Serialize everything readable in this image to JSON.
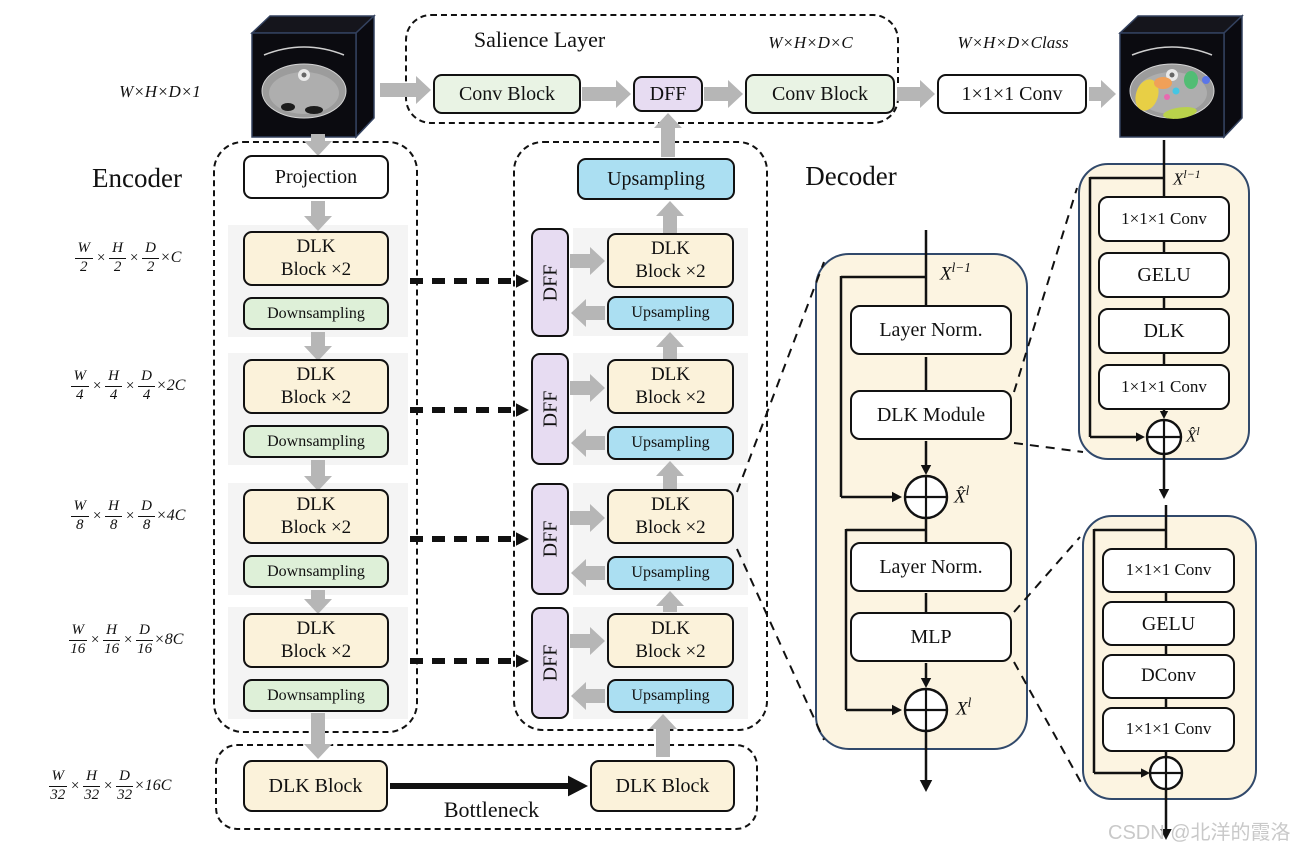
{
  "times": "×",
  "watermark": "CSDN @北洋的霞洛",
  "io": {
    "input_dim": "W×H×D×1",
    "output_dim": "W×H×D×Class"
  },
  "salience": {
    "title": "Salience Layer",
    "dim": "W×H×D×C",
    "conv_block_1": "Conv Block",
    "dff": "DFF",
    "conv_block_2": "Conv Block",
    "final_conv": "1×1×1 Conv"
  },
  "encoder": {
    "title": "Encoder",
    "projection": "Projection",
    "dlk_block_x2": "DLK\nBlock ×2",
    "downsampling": "Downsampling",
    "stage_dims": [
      {
        "parts": [
          [
            "W",
            "2"
          ],
          [
            "H",
            "2"
          ],
          [
            "D",
            "2"
          ]
        ],
        "suffix": "×C"
      },
      {
        "parts": [
          [
            "W",
            "4"
          ],
          [
            "H",
            "4"
          ],
          [
            "D",
            "4"
          ]
        ],
        "suffix": "×2C"
      },
      {
        "parts": [
          [
            "W",
            "8"
          ],
          [
            "H",
            "8"
          ],
          [
            "D",
            "8"
          ]
        ],
        "suffix": "×4C"
      },
      {
        "parts": [
          [
            "W",
            "16"
          ],
          [
            "H",
            "16"
          ],
          [
            "D",
            "16"
          ]
        ],
        "suffix": "×8C"
      }
    ]
  },
  "bottleneck": {
    "title": "Bottleneck",
    "dlk_block_1": "DLK Block",
    "dlk_block_2": "DLK Block",
    "dim": {
      "parts": [
        [
          "W",
          "32"
        ],
        [
          "H",
          "32"
        ],
        [
          "D",
          "32"
        ]
      ],
      "suffix": "×16C"
    }
  },
  "decoder": {
    "title": "Decoder",
    "upsampling_top": "Upsampling",
    "dff": "DFF",
    "dlk_block_x2": "DLK\nBlock ×2",
    "upsampling": "Upsampling"
  },
  "dlk_block_detail": {
    "input": {
      "base": "X",
      "sup": "l−1"
    },
    "layer_norm_1": "Layer Norm.",
    "dlk_module": "DLK Module",
    "mid": {
      "base": "X̂",
      "sup": "l"
    },
    "layer_norm_2": "Layer Norm.",
    "mlp": "MLP",
    "output": {
      "base": "X",
      "sup": "l"
    }
  },
  "dlk_module_detail": {
    "input": {
      "base": "X",
      "sup": "l−1"
    },
    "conv_1": "1×1×1 Conv",
    "gelu": "GELU",
    "dlk": "DLK",
    "conv_2": "1×1×1 Conv",
    "output": {
      "base": "X̂",
      "sup": "l"
    }
  },
  "mlp_detail": {
    "conv_1": "1×1×1 Conv",
    "gelu": "GELU",
    "dconv": "DConv",
    "conv_2": "1×1×1 Conv"
  }
}
